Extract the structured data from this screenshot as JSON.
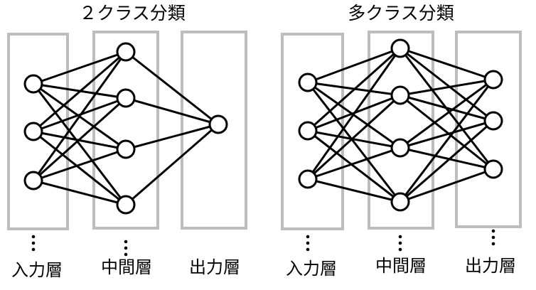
{
  "binary": {
    "title": "２クラス分類",
    "labels": {
      "input": "入力層",
      "hidden": "中間層",
      "output": "出力層"
    },
    "counts": {
      "input": 3,
      "hidden": 4,
      "output": 1
    },
    "ellipsis": {
      "input": "⋮",
      "hidden": "⋮"
    }
  },
  "multi": {
    "title": "多クラス分類",
    "labels": {
      "input": "入力層",
      "hidden": "中間層",
      "output": "出力層"
    },
    "counts": {
      "input": 3,
      "hidden": 4,
      "output": 3
    },
    "ellipsis": {
      "input": "⋮",
      "hidden": "⋮",
      "output": "⋮"
    }
  },
  "colors": {
    "box": "#bdbdbd",
    "line": "#000000",
    "node_fill": "#ffffff"
  }
}
